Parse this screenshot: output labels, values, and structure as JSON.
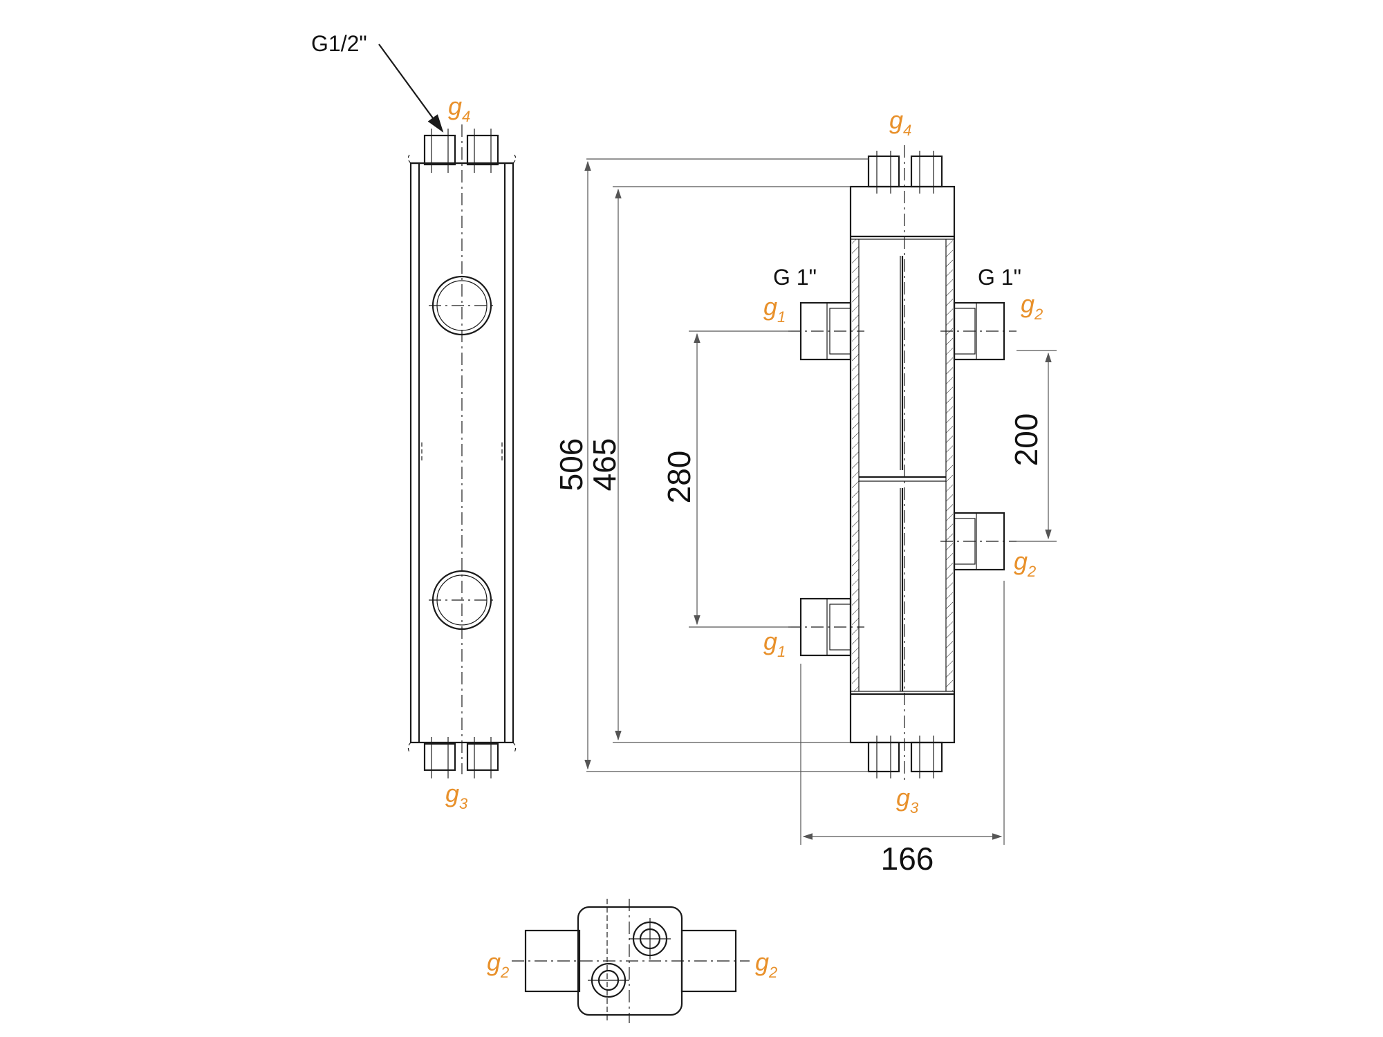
{
  "colors": {
    "accent": "#E8902A",
    "line": "#1a1a1a",
    "dimension": "#555555"
  },
  "notes": {
    "thread_top": "G1/2\"",
    "thread_left": "G 1\"",
    "thread_right": "G 1\""
  },
  "ports": {
    "base": "g",
    "g1": "1",
    "g2": "2",
    "g3": "3",
    "g4": "4"
  },
  "dimensions": {
    "overall_height": "506",
    "body_height": "465",
    "g1_spacing": "280",
    "g2_spacing": "200",
    "width": "166"
  }
}
